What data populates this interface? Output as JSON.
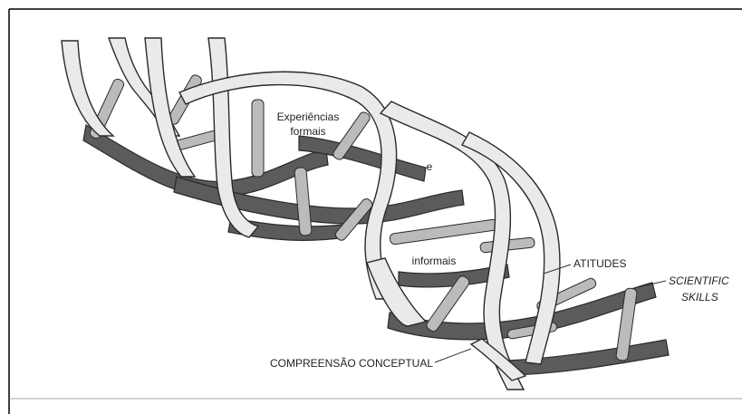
{
  "labels": {
    "experiencias_line1": "Experiências",
    "experiencias_line2": "formais",
    "conjunction": "e",
    "informais": "informais",
    "atitudes": "ATITUDES",
    "scientific_line1": "SCIENTIFIC",
    "scientific_line2": "SKILLS",
    "compreensao": "COMPREENSÃO  CONCEPTUAL"
  },
  "colors": {
    "ribbon_light": "#e9ebe8",
    "ribbon_dark": "#5a5c5c",
    "outline": "#2a2a2a",
    "rung": "#b9bcb9",
    "frame": "#000000"
  }
}
